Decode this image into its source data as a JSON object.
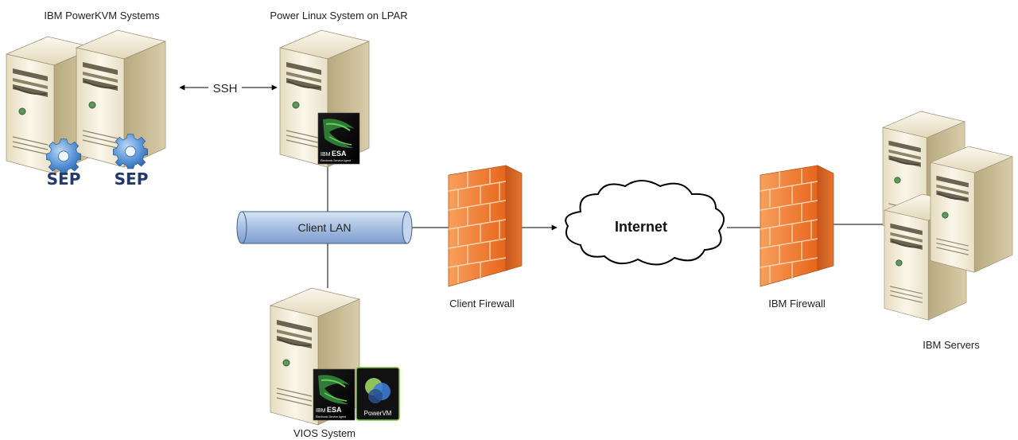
{
  "labels": {
    "kvm_systems": "IBM PowerKVM Systems",
    "linux_lpar": "Power Linux System on LPAR",
    "ssh": "SSH",
    "client_lan": "Client LAN",
    "client_firewall": "Client Firewall",
    "internet": "Internet",
    "ibm_firewall": "IBM Firewall",
    "ibm_servers": "IBM Servers",
    "vios": "VIOS System",
    "sep1": "SEP",
    "sep2": "SEP"
  },
  "badges": {
    "esa_brand": "IBM",
    "esa_product": "ESA",
    "esa_sub": "Electronic Service Agent",
    "powervm": "PowerVM"
  },
  "icons": {
    "server": "server-tower-icon",
    "gear": "gear-icon",
    "firewall": "brick-firewall-icon",
    "cloud": "cloud-icon"
  },
  "colors": {
    "server_face": "#f1ebd9",
    "server_side": "#c9bc97",
    "firewall": "#f07a2c",
    "gear": "#5b95d8",
    "lan_pipe": "#a9c2e4",
    "sep_text": "#1f3a6b"
  }
}
